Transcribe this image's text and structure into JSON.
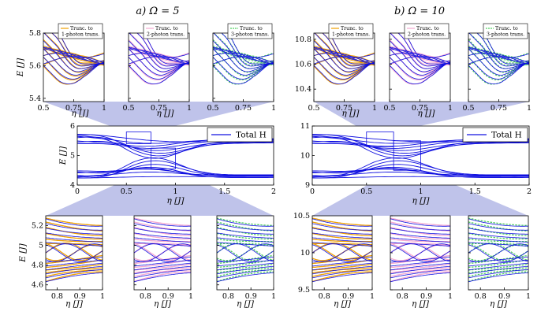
{
  "colors": {
    "total": "#1010e0",
    "one_photon": "#f0a000",
    "two_photon": "#f5a8d0",
    "three_photon": "#50d060",
    "shade": "#b4b8e6"
  },
  "chart_data": [
    {
      "id": "A",
      "type": "line",
      "title": "a) Ω = 5",
      "main": {
        "xlabel": "η [J]",
        "ylabel": "E [J]",
        "xlim": [
          0,
          2
        ],
        "ylim": [
          4,
          6
        ],
        "xticks": [
          "0",
          "0.5",
          "1",
          "1.5",
          "2"
        ],
        "yticks": [
          "4",
          "5",
          "6"
        ],
        "legend": "Total H",
        "legend_position": "top-right",
        "zoom_boxes": [
          {
            "x": [
              0.5,
              0.75
            ],
            "y": [
              5.4,
              5.8
            ]
          },
          {
            "x": [
              0.75,
              1.0
            ],
            "y": [
              4.55,
              5.25
            ]
          }
        ]
      },
      "top_row": {
        "xlim": [
          0.5,
          1
        ],
        "ylim": [
          5.38,
          5.8
        ],
        "xticks": [
          "0.5",
          "0.75",
          "1"
        ],
        "yticks": [
          "5.4",
          "5.6",
          "5.8"
        ],
        "ylabel": "E [J]",
        "xlabel": "η [J]"
      },
      "bottom_row": {
        "xlim": [
          0.75,
          1
        ],
        "ylim": [
          4.55,
          5.3
        ],
        "xticks": [
          "0.8",
          "0.9",
          "1"
        ],
        "yticks": [
          "4.6",
          "4.8",
          "5",
          "5.2"
        ],
        "ylabel": "E [J]",
        "xlabel": "η [J]"
      }
    },
    {
      "id": "B",
      "type": "line",
      "title": "b) Ω = 10",
      "main": {
        "xlabel": "η [J]",
        "ylabel": "",
        "xlim": [
          0,
          2
        ],
        "ylim": [
          9,
          11
        ],
        "xticks": [
          "0",
          "0.5",
          "1",
          "1.5",
          "2"
        ],
        "yticks": [
          "9",
          "10",
          "11"
        ],
        "legend": "Total H",
        "legend_position": "top-right",
        "zoom_boxes": [
          {
            "x": [
              0.5,
              0.75
            ],
            "y": [
              10.3,
              10.8
            ]
          },
          {
            "x": [
              0.75,
              1.0
            ],
            "y": [
              9.5,
              10.5
            ]
          }
        ]
      },
      "top_row": {
        "xlim": [
          0.5,
          1
        ],
        "ylim": [
          10.3,
          10.85
        ],
        "xticks": [
          "0.5",
          "0.75",
          "1"
        ],
        "yticks": [
          "10.4",
          "10.6",
          "10.8"
        ],
        "ylabel": "",
        "xlabel": "η [J]"
      },
      "bottom_row": {
        "xlim": [
          0.75,
          1
        ],
        "ylim": [
          9.5,
          10.5
        ],
        "xticks": [
          "0.8",
          "0.9",
          "1"
        ],
        "yticks": [
          "9.5",
          "10",
          "10.5"
        ],
        "ylabel": "",
        "xlabel": "η [J]"
      }
    }
  ],
  "inset_legends": [
    "Trunc. to 1-photon trans.",
    "Trunc. to 2-photon trans.",
    "Trunc. to 3-photon trans."
  ],
  "inset_legend_lines": [
    [
      "Trunc. to",
      "1-photon trans."
    ],
    [
      "Trunc. to",
      "2-photon trans."
    ],
    [
      "Trunc. to",
      "3-photon trans."
    ]
  ]
}
